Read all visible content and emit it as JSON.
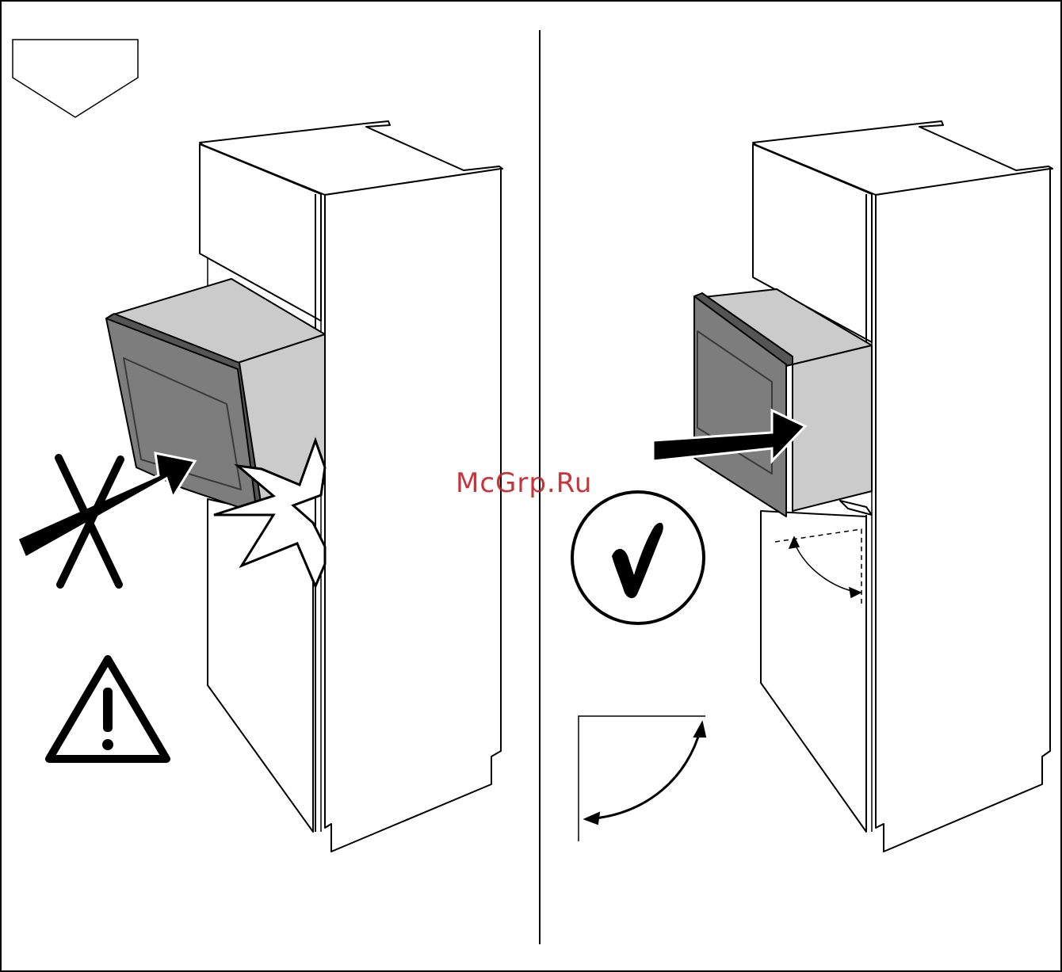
{
  "watermark": "McGrp.Ru",
  "colors": {
    "line": "#000000",
    "oven_body": "#cbcbcb",
    "oven_door": "#7d7d7d",
    "oven_door_edge": "#555555",
    "cabinet": "#ffffff",
    "watermark": "#c0262c"
  },
  "panels": [
    {
      "id": "incorrect",
      "icons": [
        "cross-icon",
        "warning-triangle-icon",
        "collision-icon",
        "arrow-icon"
      ]
    },
    {
      "id": "correct",
      "icons": [
        "checkmark-circle-icon",
        "arrow-icon",
        "door-swing-angle-icon"
      ]
    }
  ]
}
